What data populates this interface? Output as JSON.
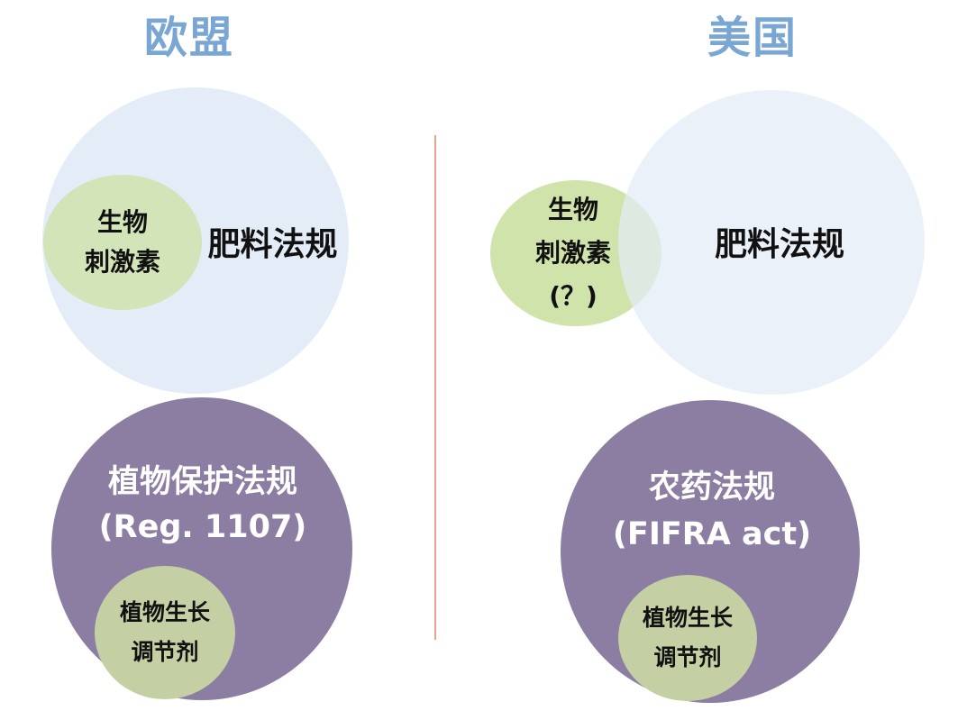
{
  "eu": {
    "heading": "欧盟",
    "fertilizer_label": "肥料法规",
    "biostimulant_line1": "生物",
    "biostimulant_line2": "刺激素",
    "plant_protection_line1": "植物保护法规",
    "plant_protection_line2": "(Reg. 1107)",
    "pgr_line1": "植物生长",
    "pgr_line2": "调节剂"
  },
  "us": {
    "heading": "美国",
    "fertilizer_label": "肥料法规",
    "biostimulant_line1": "生物",
    "biostimulant_line2": "刺激素",
    "biostimulant_line3": "(？)",
    "pesticide_line1": "农药法规",
    "pesticide_line2": "(FIFRA act)",
    "pgr_line1": "植物生长",
    "pgr_line2": "调节剂"
  },
  "colors": {
    "heading": "#7aa6d4",
    "fertilizer_circle": "#e3ecf7",
    "biostimulant_circle": "#cfe3ab",
    "plant_protection_circle": "#8b7ea2",
    "pgr_circle": "#c5cfa4",
    "divider": "#e9a58a"
  }
}
